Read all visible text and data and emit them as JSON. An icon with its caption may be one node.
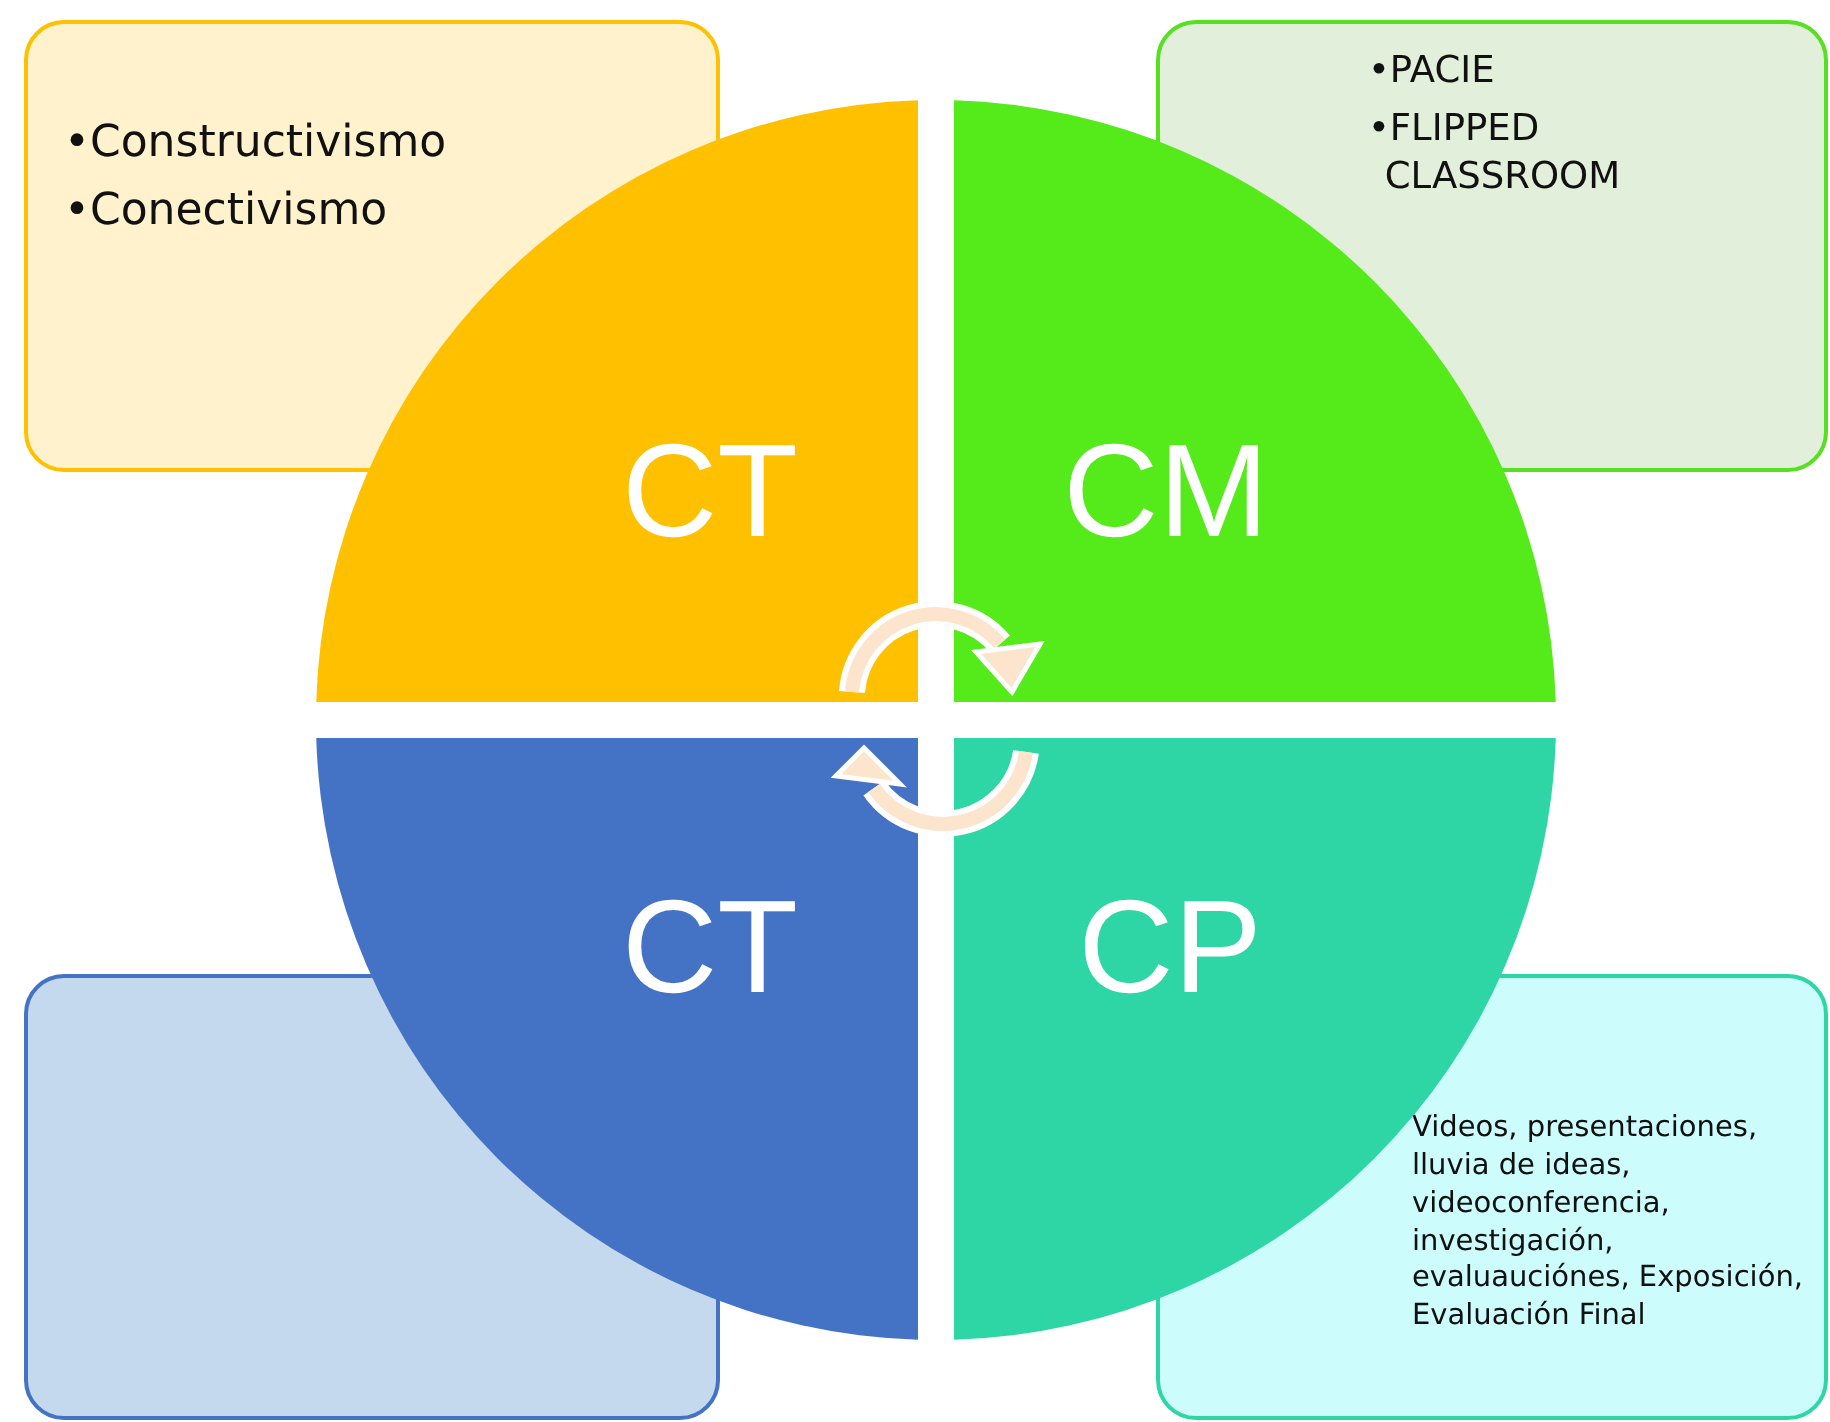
{
  "diagram": {
    "nodes": [
      {
        "text": [
          "•Constructivismo",
          "•Conectivismo"
        ]
      },
      {
        "text": [
          "•PACIE",
          "•FLIPPED CLASSROOM"
        ]
      },
      {
        "text": [
          "CT"
        ]
      },
      {
        "text": [
          "CM"
        ]
      },
      {
        "text": [
          "CT"
        ]
      },
      {
        "text": [
          "CP"
        ]
      },
      {
        "text": [],
        "shape": "box"
      },
      {
        "text": [
          "Videos, presentaciones, lluvia de ideas, videoconferencia, investigación, evaluauciónes, Exposición, Evaluación Final"
        ]
      }
    ]
  }
}
